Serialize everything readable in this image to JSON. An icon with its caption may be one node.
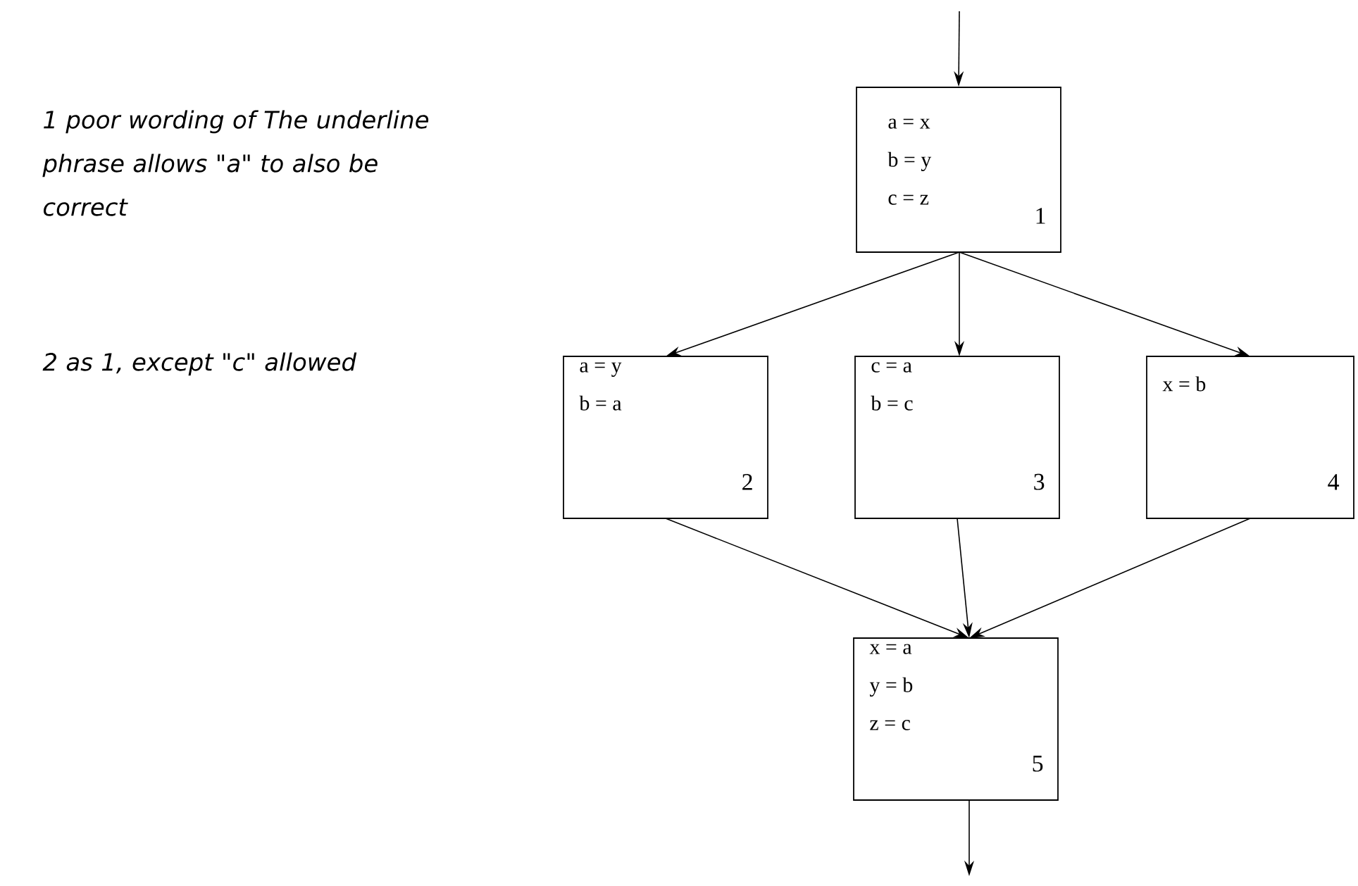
{
  "diagram": {
    "nodes": [
      {
        "text": [
          "a = x",
          "b = y",
          "c = z",
          "1"
        ]
      },
      {
        "text": [
          "a = y",
          "b = a",
          "2"
        ]
      },
      {
        "text": [
          "c = a",
          "b = c",
          "3"
        ]
      },
      {
        "text": [
          "x = b",
          "4"
        ]
      },
      {
        "text": [
          "x = a",
          "y = b",
          "z = c",
          "5"
        ]
      }
    ],
    "edges": [
      {
        "from": null,
        "to": 0,
        "arrow": "to"
      },
      {
        "from": 0,
        "to": 1,
        "arrow": "to"
      },
      {
        "from": 0,
        "to": 2,
        "arrow": "to"
      },
      {
        "from": 0,
        "to": 3,
        "arrow": "to"
      },
      {
        "from": 1,
        "to": 4,
        "arrow": "to"
      },
      {
        "from": 2,
        "to": 4,
        "arrow": "to"
      },
      {
        "from": 3,
        "to": 4,
        "arrow": "to"
      },
      {
        "from": 4,
        "to": null,
        "arrow": "to"
      }
    ],
    "labels": [
      "1 poor wording of The underline phrase allows \"a\" to also be correct",
      "2 as 1, except \"c\" allowed"
    ]
  }
}
